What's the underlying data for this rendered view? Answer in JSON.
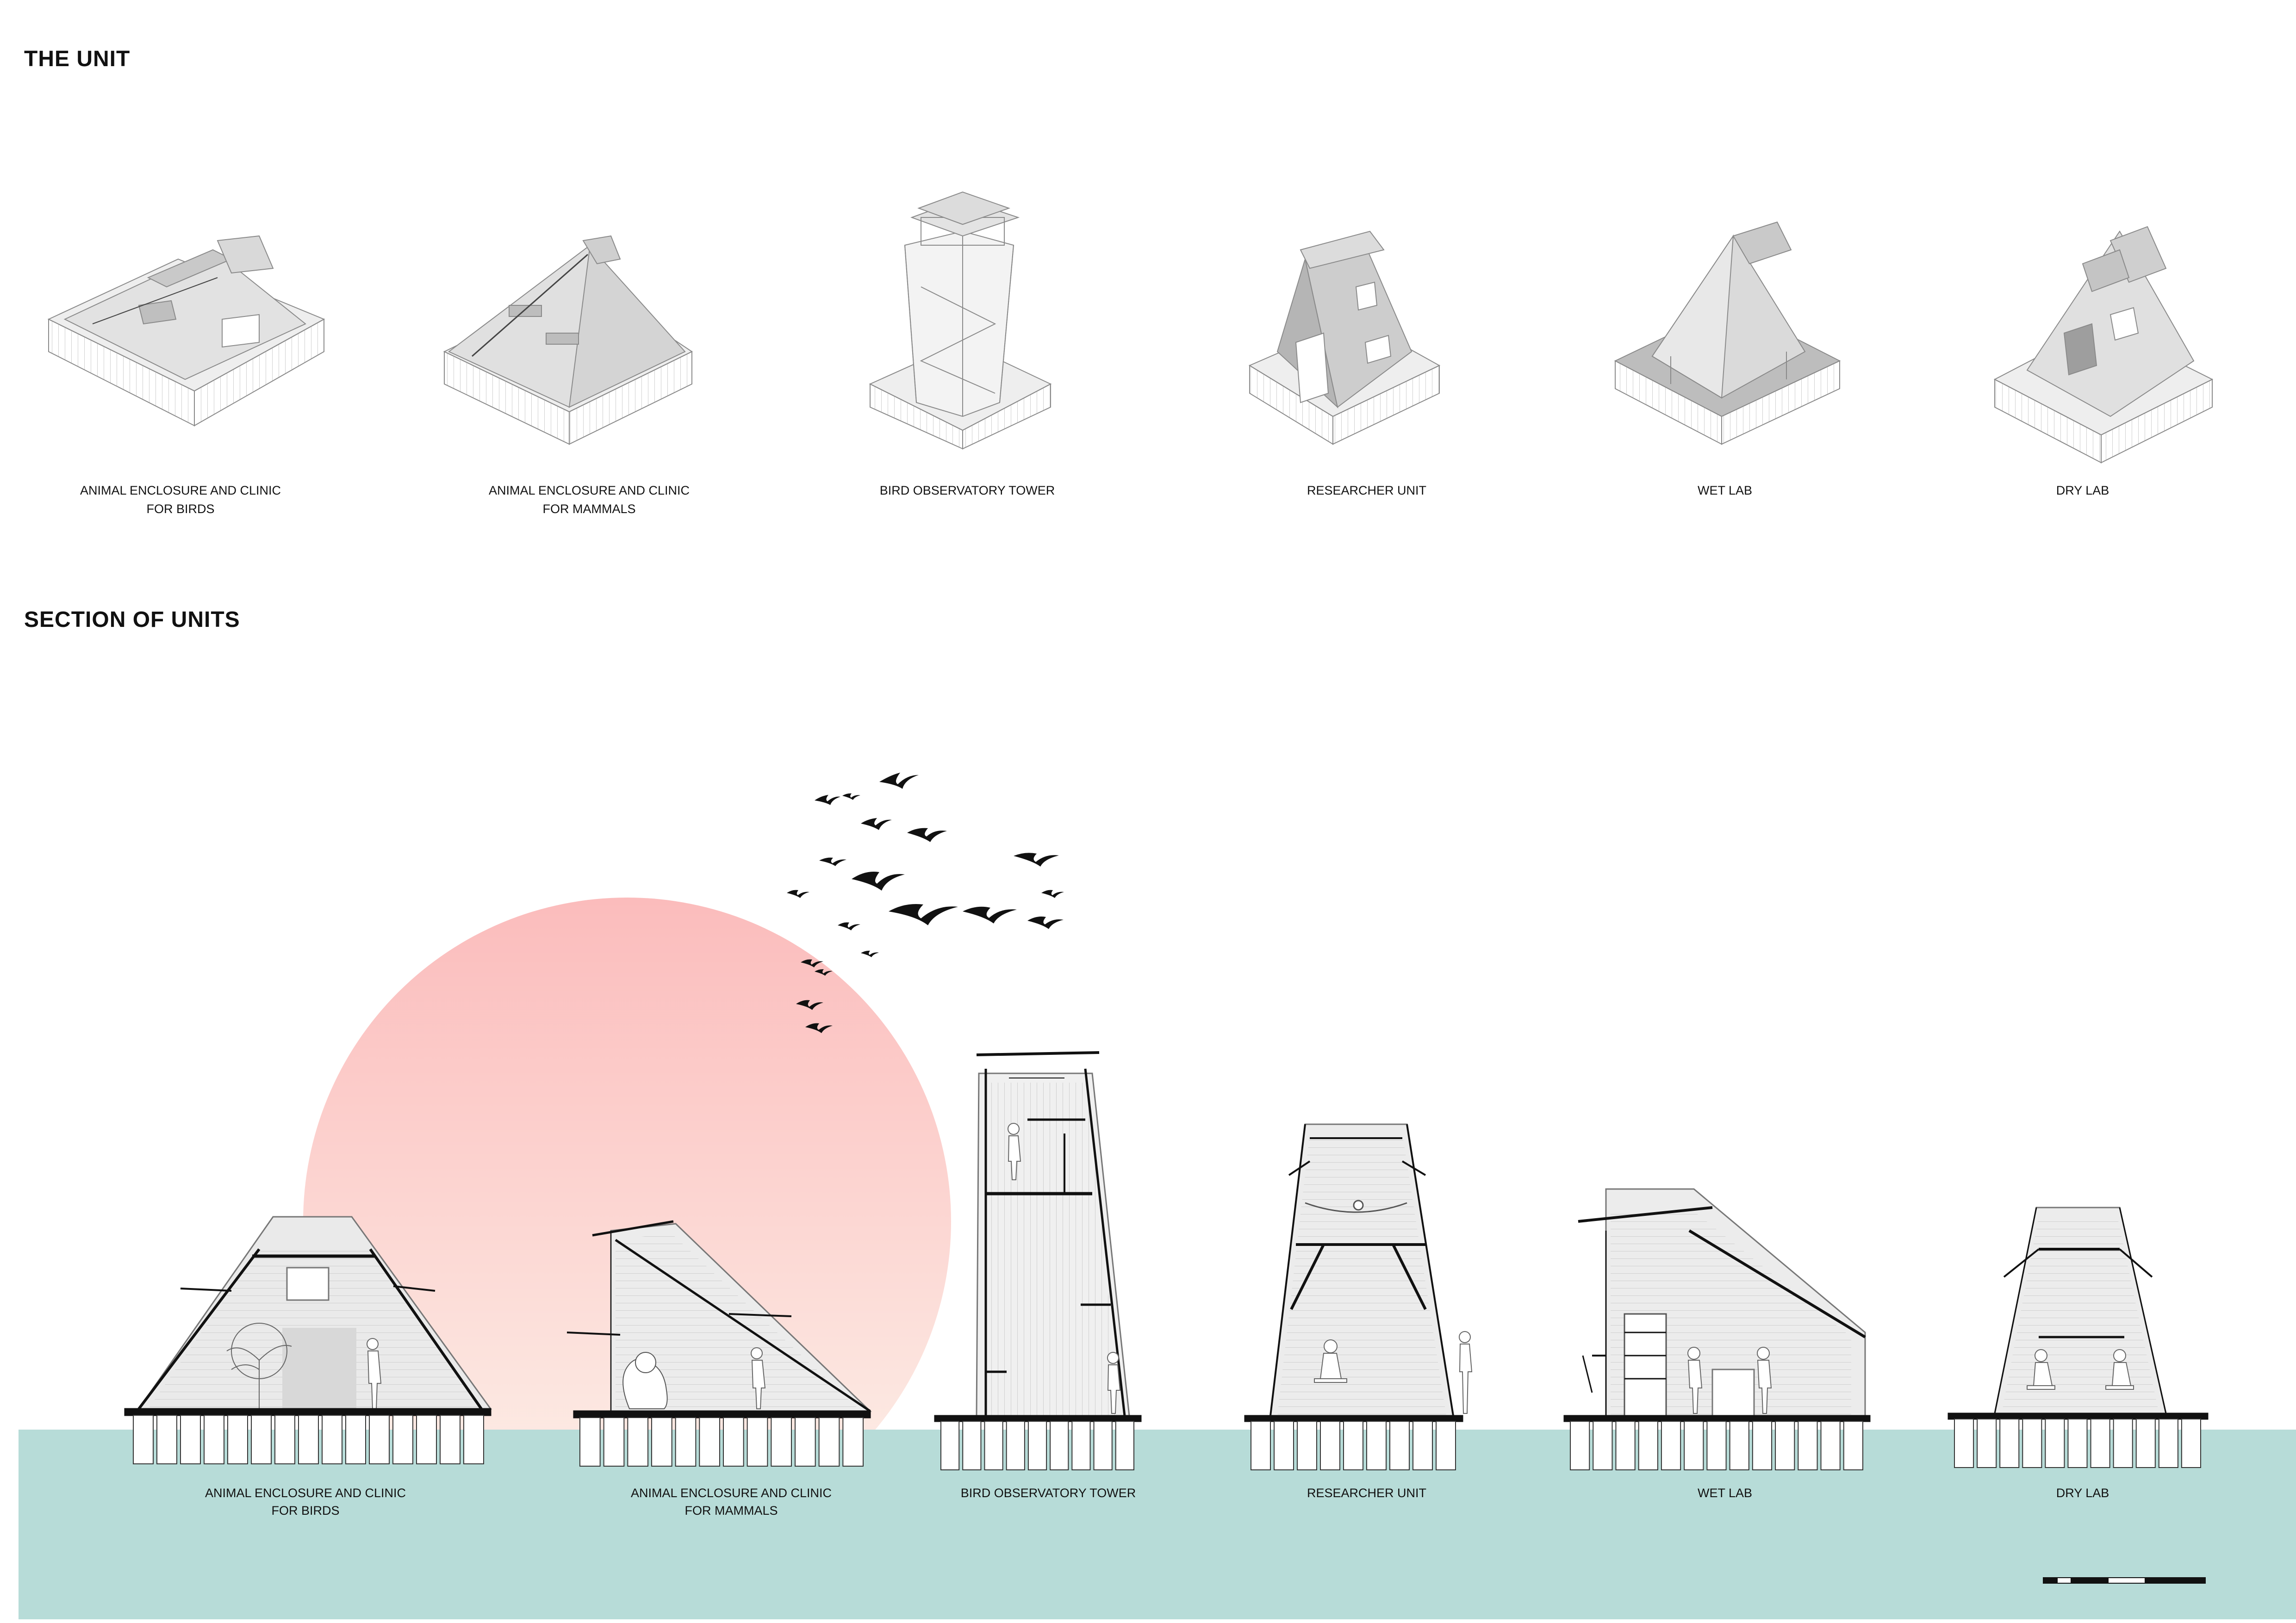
{
  "headings": {
    "the_unit": "THE UNIT",
    "section_of_units": "SECTION OF UNITS"
  },
  "units": [
    {
      "line1": "ANIMAL ENCLOSURE AND CLINIC",
      "line2": "FOR BIRDS"
    },
    {
      "line1": "ANIMAL ENCLOSURE AND CLINIC",
      "line2": "FOR MAMMALS"
    },
    {
      "line1": "BIRD OBSERVATORY TOWER",
      "line2": ""
    },
    {
      "line1": "RESEARCHER UNIT",
      "line2": ""
    },
    {
      "line1": "WET LAB",
      "line2": ""
    },
    {
      "line1": "DRY LAB",
      "line2": ""
    }
  ],
  "sections": [
    {
      "line1": "ANIMAL ENCLOSURE AND CLINIC",
      "line2": "FOR BIRDS"
    },
    {
      "line1": "ANIMAL ENCLOSURE AND CLINIC",
      "line2": "FOR MAMMALS"
    },
    {
      "line1": "BIRD OBSERVATORY TOWER",
      "line2": ""
    },
    {
      "line1": "RESEARCHER UNIT",
      "line2": ""
    },
    {
      "line1": "WET LAB",
      "line2": ""
    },
    {
      "line1": "DRY LAB",
      "line2": ""
    }
  ],
  "colors": {
    "water": "#b7dcd8",
    "sun_top": "#fbbcbc",
    "sun_bottom": "#fdf1e8",
    "roof_fill": "#e6e6e6",
    "roof_dark": "#bdbdbd",
    "line": "#111111"
  },
  "icons": [
    "bird-silhouette",
    "person-silhouette",
    "bear-silhouette",
    "tree-illustration",
    "hammock-icon"
  ]
}
